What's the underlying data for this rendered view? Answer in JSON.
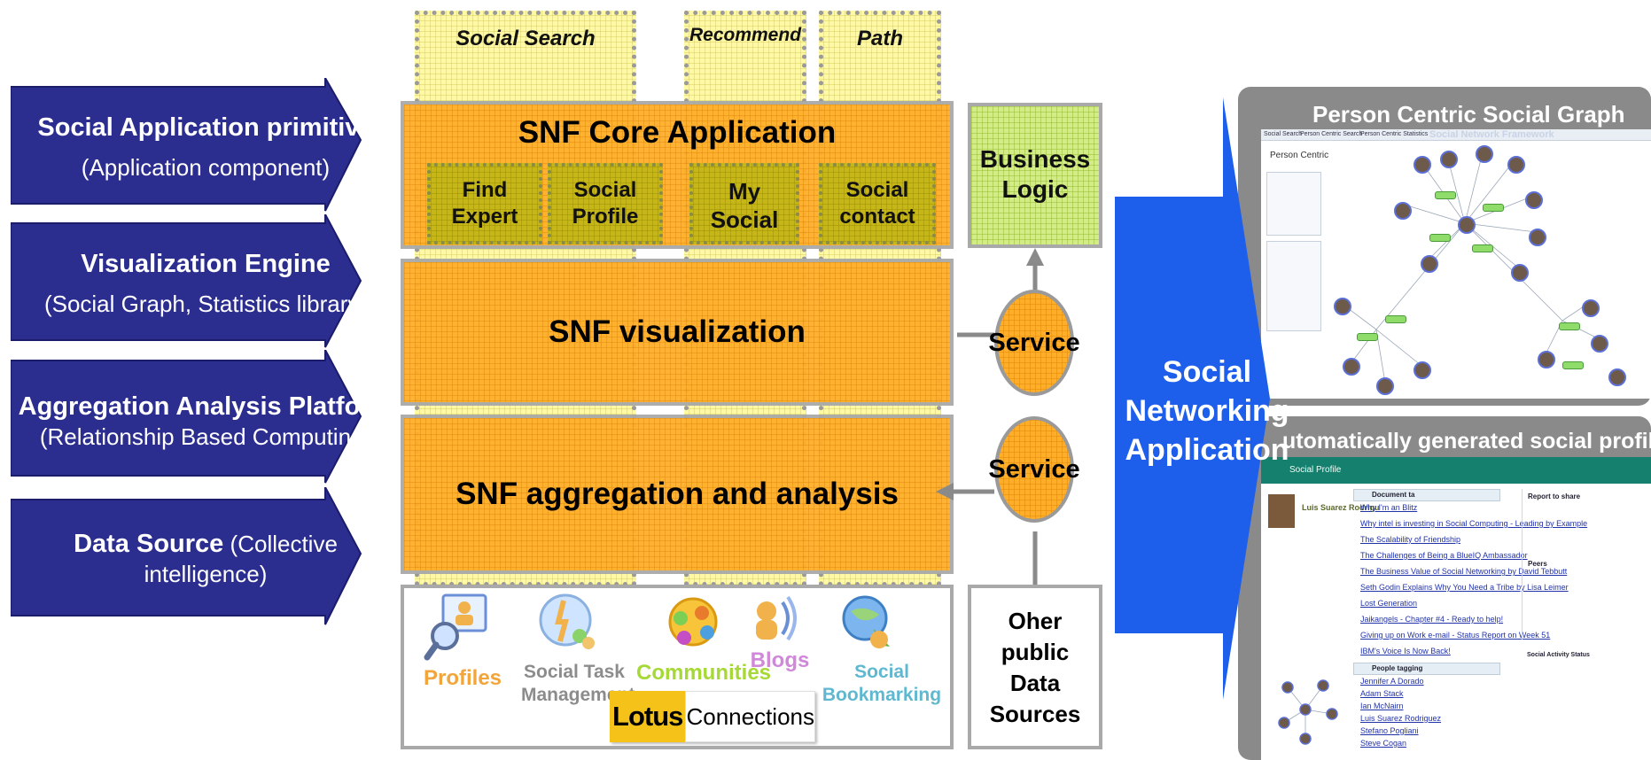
{
  "left_arrows": [
    {
      "title": "Social Application primitive",
      "subtitle": "(Application component)"
    },
    {
      "title": "Visualization Engine",
      "subtitle": "(Social Graph, Statistics library)"
    },
    {
      "title_bold": "Aggregation Analysis Platform",
      "title_rest": "(Relationship Based Computing)"
    },
    {
      "title_bold": "Data Source",
      "title_rest": "(Collective intelligence)"
    }
  ],
  "columns": [
    "Social Search",
    "Recommend",
    "Path"
  ],
  "core": {
    "title": "SNF Core Application",
    "modules": [
      {
        "line1": "Find",
        "line2": "Expert"
      },
      {
        "line1": "Social",
        "line2": "Profile"
      },
      {
        "line1": "My",
        "line2": "Social"
      },
      {
        "line1": "Social",
        "line2": "contact"
      }
    ]
  },
  "visualization": {
    "title": "SNF visualization"
  },
  "aggregation": {
    "title": "SNF aggregation and analysis"
  },
  "business_logic": {
    "line1": "Business",
    "line2": "Logic"
  },
  "services": [
    "Service",
    "Service"
  ],
  "data_sources": {
    "profiles": "Profiles",
    "task_line1": "Social Task",
    "task_line2": "Management",
    "communities": "Communities",
    "blogs": "Blogs",
    "bookmark_line1": "Social",
    "bookmark_line2": "Bookmarking",
    "lotus": "Lotus",
    "connections": "Connections"
  },
  "other_sources": {
    "line1": "Oher",
    "line2": "public",
    "line3": "Data",
    "line4": "Sources"
  },
  "big_arrow": {
    "line1": "Social",
    "line2": "Networking",
    "line3": "Application"
  },
  "screenshots": {
    "top_title": "Person Centric Social Graph",
    "bottom_title": "utomatically generated social profile",
    "top_tabs": [
      "Social Search",
      "Person Centric Search",
      "Person Centric Statistics"
    ],
    "top_heading": "Person Centric",
    "top_brand": "Social Network Framework",
    "bottom_header": "Social Profile",
    "bottom_person": "Luis Suarez Rodrigu",
    "bottom_section1": "Document ta",
    "bottom_section2": "People tagging",
    "bottom_side_title": "Report to share",
    "bottom_side2": "Peers",
    "bottom_side3": "Social Activity Status",
    "doc_links": [
      "Why I'm an Blitz",
      "Why intel is investing in Social Computing - Leading by Example",
      "The Scalability of Friendship",
      "The Challenges of Being a BlueIQ Ambassador",
      "The Business Value of Social Networking by David Tebbutt",
      "Seth Godin Explains Why You Need a Tribe by Lisa Leimer",
      "Lost Generation",
      "Jaikangels - Chapter #4 - Ready to help!",
      "Giving up on Work e-mail - Status Report on Week 51",
      "IBM's Voice Is Now Back!"
    ],
    "people_links": [
      "Jennifer A Dorado",
      "Adam Stack",
      "Ian McNairn",
      "Luis Suarez Rodriguez",
      "Stefano Pogliani",
      "Steve Cogan"
    ]
  }
}
